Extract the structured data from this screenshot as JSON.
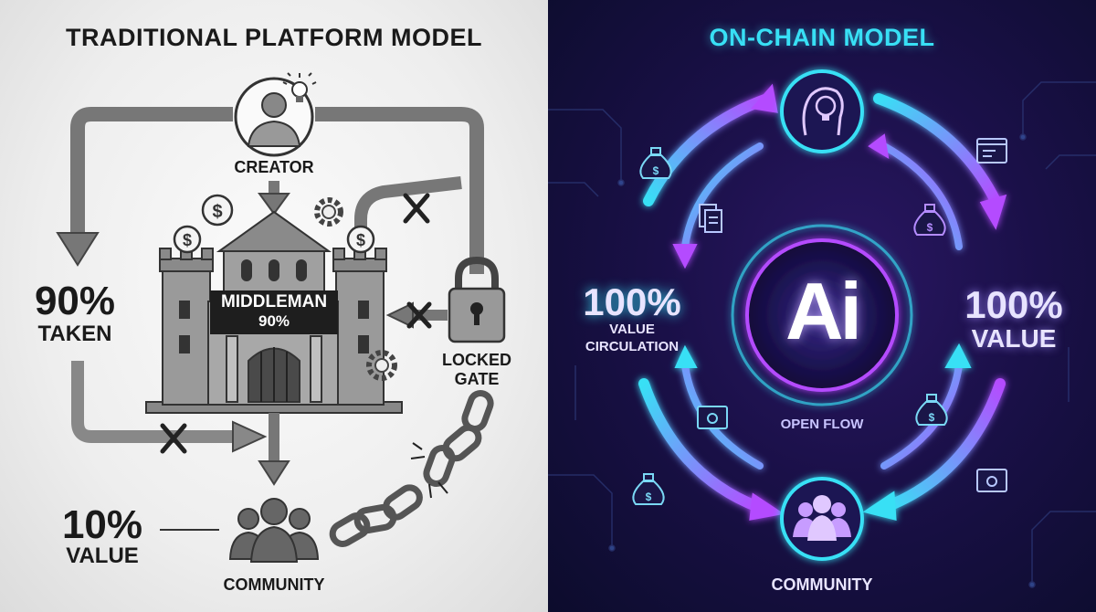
{
  "left": {
    "title": "TRADITIONAL PLATFORM MODEL",
    "creator_label": "CREATOR",
    "middleman_label": "MIDDLEMAN",
    "middleman_percent": "90%",
    "taken_percent": "90%",
    "taken_label": "TAKEN",
    "locked_gate_line1": "LOCKED",
    "locked_gate_line2": "GATE",
    "value_percent": "10%",
    "value_label": "VALUE",
    "community_label": "COMMUNITY",
    "colors": {
      "background": "#eeeeee",
      "ink": "#1a1a1a",
      "castle": "#8c8c8c"
    }
  },
  "right": {
    "title": "ON-CHAIN MODEL",
    "logo_text": "Ai",
    "left_percent": "100%",
    "left_label_line1": "VALUE",
    "left_label_line2": "CIRCULATION",
    "right_percent": "100%",
    "right_label": "VALUE",
    "open_flow_label": "OPEN FLOW",
    "community_label": "COMMUNITY",
    "colors": {
      "background": "#1a1048",
      "cyan": "#38e0f5",
      "violet": "#b44cff"
    }
  }
}
